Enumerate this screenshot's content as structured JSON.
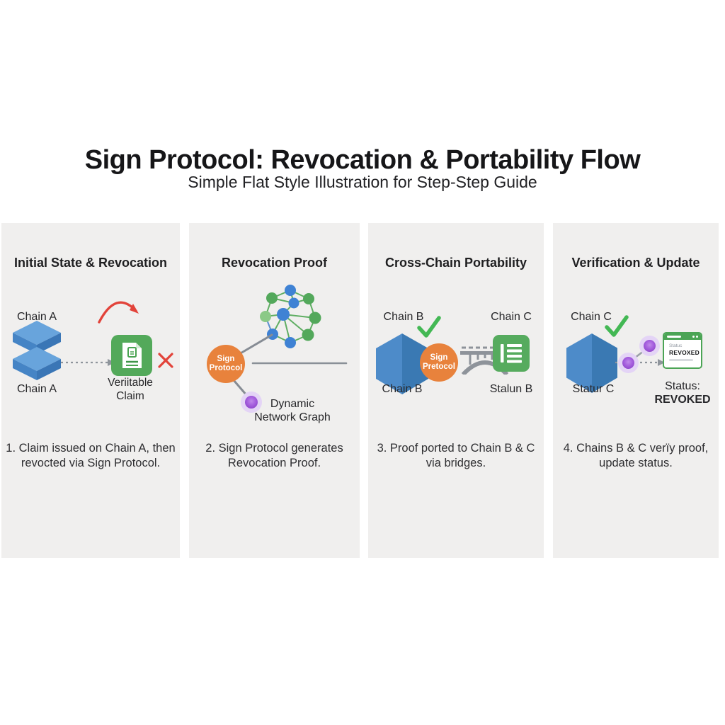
{
  "title": "Sign Protocol: Revocation & Portability Flow",
  "subtitle": "Simple Flat Style Illustration for Step-Step Guide",
  "colors": {
    "panel_bg": "#f0efee",
    "chain_blue": "#4584c5",
    "claim_green": "#53a95a",
    "protocol_orange": "#e8823c",
    "proof_purple": "#9b4ed5",
    "revoke_red": "#e2433a",
    "connector_gray": "#8f959c"
  },
  "panels": [
    {
      "header": "Initial State & Revocation",
      "chain_top_label": "Chain A",
      "chain_bottom_label": "Chain A",
      "claim_label_line1": "Veriitable",
      "claim_label_line2": "Claim",
      "caption_line1": "1. Claim issued on Chain A, then",
      "caption_line2": "revocted via Sign Protocol."
    },
    {
      "header": "Revocation Proof",
      "protocol_line1": "Sign",
      "protocol_line2": "Protocol",
      "graph_label_line1": "Dynamic",
      "graph_label_line2": "Network Graph",
      "caption_line1": "2. Sign Protocol generates",
      "caption_line2": "Revocation Proof."
    },
    {
      "header": "Cross-Chain Portability",
      "top_left_label": "Chain B",
      "top_right_label": "Chain C",
      "protocol_line1": "Sign",
      "protocol_line2": "Pretocol",
      "bottom_left_label": "Chain B",
      "bottom_right_label": "Stalun B",
      "caption_line1": "3. Proof ported to Chain B & C",
      "caption_line2": "via bridges."
    },
    {
      "header": "Verification & Update",
      "chain_top_label": "Chain C",
      "chain_bottom_label": "Statur C",
      "card_small_label": "Statuc",
      "card_status": "REVOXED",
      "status_label_line1": "Status:",
      "status_label_line2": "REVOKED",
      "caption_line1": "4. Chains B & C verïy proof,",
      "caption_line2": "update status."
    }
  ]
}
